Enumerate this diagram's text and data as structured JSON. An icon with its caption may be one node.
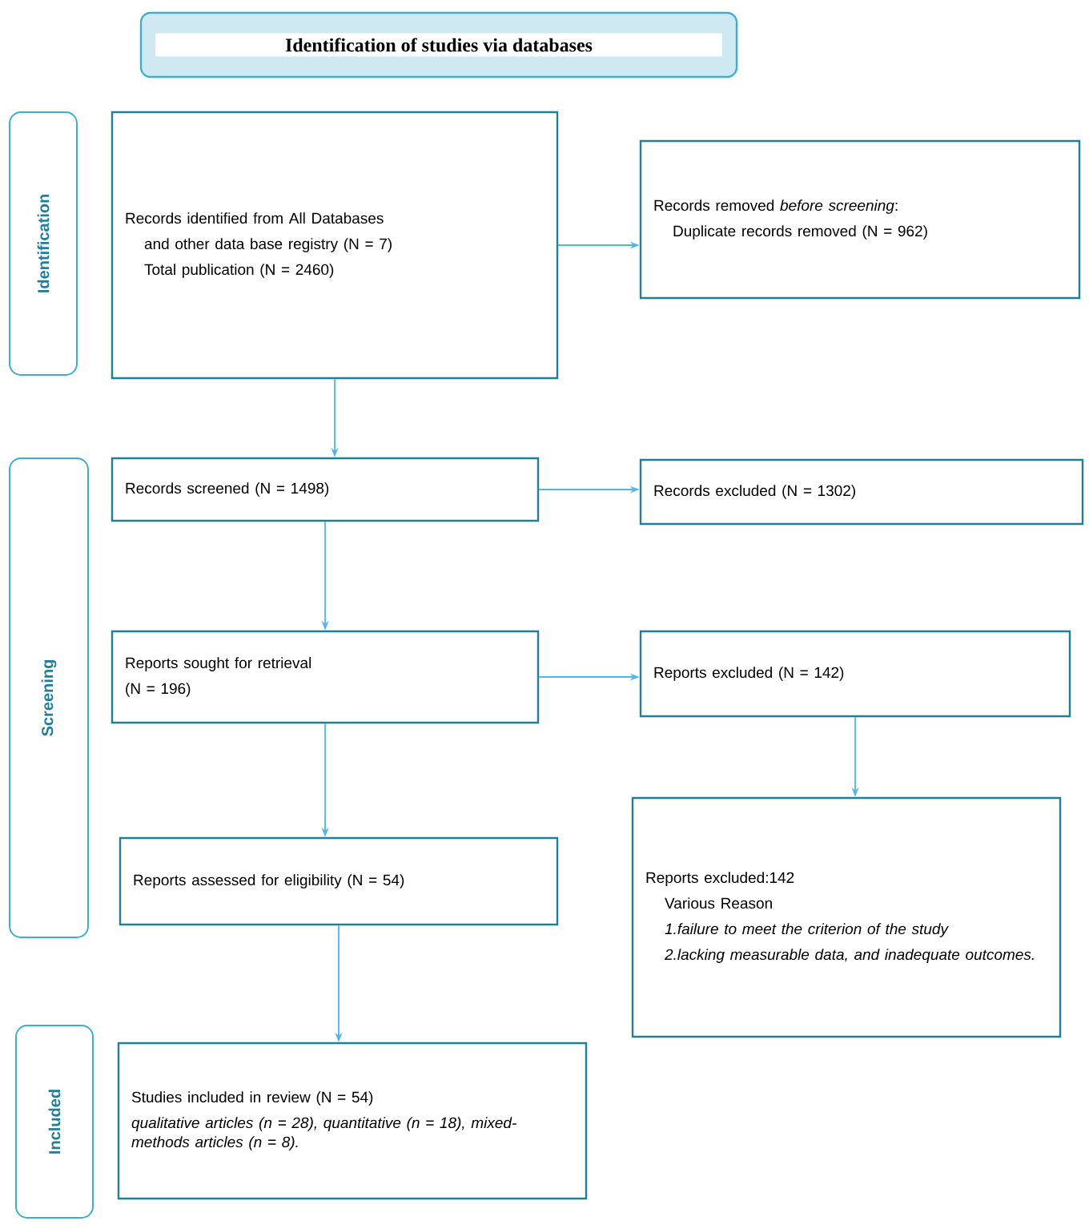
{
  "diagram": {
    "nodes": [
      {
        "text": [
          "Identification of studies via databases"
        ]
      },
      {
        "text": [
          "Identification"
        ]
      },
      {
        "text": [
          "Screening"
        ]
      },
      {
        "text": [
          "Included"
        ]
      },
      {
        "text": [
          "Records identified from All Databases",
          "and other data base registry (N = 7)",
          "Total publication (N = 2460)"
        ]
      },
      {
        "text": [
          "Records removed *before screening*:",
          "Duplicate records removed (N = 962)"
        ]
      },
      {
        "text": [
          "Records screened (N = 1498)"
        ]
      },
      {
        "text": [
          "Records excluded (N = 1302)"
        ]
      },
      {
        "text": [
          "Reports sought for retrieval",
          "(N = 196)"
        ]
      },
      {
        "text": [
          "Reports excluded (N = 142)"
        ]
      },
      {
        "text": [
          "Reports excluded:142",
          "Various Reason",
          "1.failure to meet the criterion of the study",
          "2.lacking measurable data, and inadequate outcomes."
        ]
      },
      {
        "text": [
          "Reports assessed for eligibility (N = 54)"
        ]
      },
      {
        "text": [
          "Studies included in review (N = 54)",
          "qualitative articles (n = 28), quantitative (n = 18), mixed-methods articles (n = 8)."
        ]
      }
    ],
    "edges": [
      {
        "from": 4,
        "to": 5,
        "arrow": "to"
      },
      {
        "from": 4,
        "to": 6,
        "arrow": "to"
      },
      {
        "from": 6,
        "to": 7,
        "arrow": "to"
      },
      {
        "from": 6,
        "to": 8,
        "arrow": "to"
      },
      {
        "from": 8,
        "to": 9,
        "arrow": "to"
      },
      {
        "from": 8,
        "to": 11,
        "arrow": "to"
      },
      {
        "from": 9,
        "to": 10,
        "arrow": "to"
      },
      {
        "from": 11,
        "to": 12,
        "arrow": "to"
      }
    ]
  }
}
